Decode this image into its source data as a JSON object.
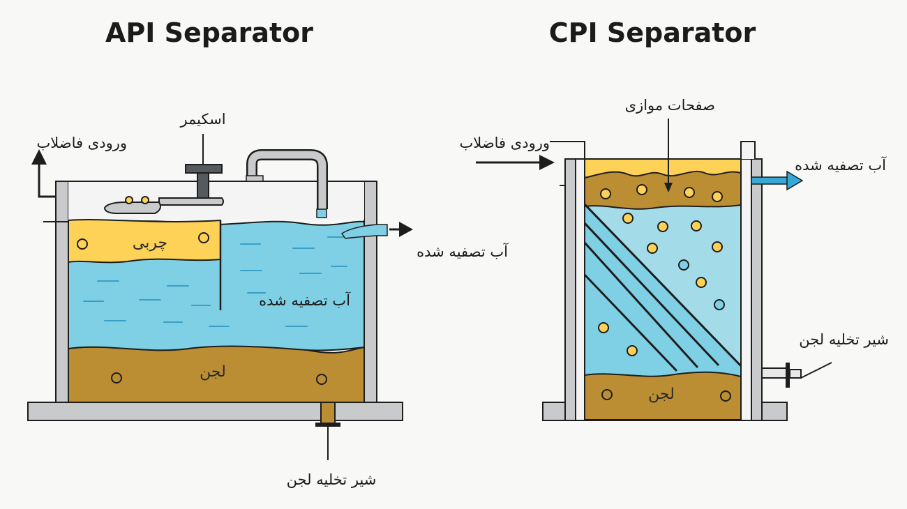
{
  "api": {
    "title": "API Separator",
    "labels": {
      "inlet": "ورودی فاضلاب",
      "skimmer": "اسکیمر",
      "oil": "چربی",
      "treated_water_inner": "آب تصفیه شده",
      "treated_water_outlet": "آب تصفیه شده",
      "sludge": "لجن",
      "drain_valve": "شیر تخلیه لجن"
    }
  },
  "cpi": {
    "title": "CPI Separator",
    "labels": {
      "parallel_plates": "صفحات موازی",
      "inlet": "ورودی فاضلاب",
      "treated_water_outlet": "آب تصفیه شده",
      "drain_valve": "شیر تخلیه لجن",
      "sludge": "لجن"
    }
  },
  "colors": {
    "water": "#7fd0e4",
    "water_light": "#a3dce8",
    "oil": "#fdd257",
    "sludge": "#bc8e34",
    "wall": "#c9cacb",
    "outline": "#1d1d1d",
    "outlet_arrow": "#36a9d6"
  }
}
